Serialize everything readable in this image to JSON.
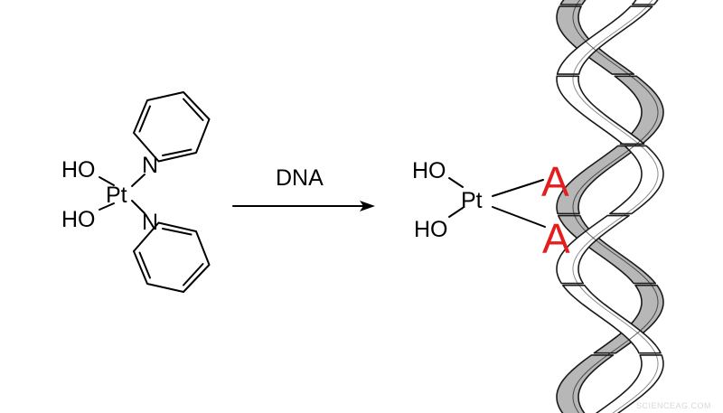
{
  "reactant": {
    "ligands": [
      "HO",
      "HO"
    ],
    "metal": "Pt",
    "nitrogen_atoms": [
      "N",
      "N"
    ]
  },
  "arrow": {
    "label": "DNA"
  },
  "product": {
    "ligands": [
      "HO",
      "HO"
    ],
    "metal": "Pt",
    "bound_bases": [
      "A",
      "A"
    ]
  },
  "colors": {
    "base_label": "#e41e1e",
    "helix_back_strand": "#b7b7b7",
    "helix_front_strand": "#ffffff",
    "line": "#000000"
  },
  "watermark": "SCIENCEAG.COM"
}
